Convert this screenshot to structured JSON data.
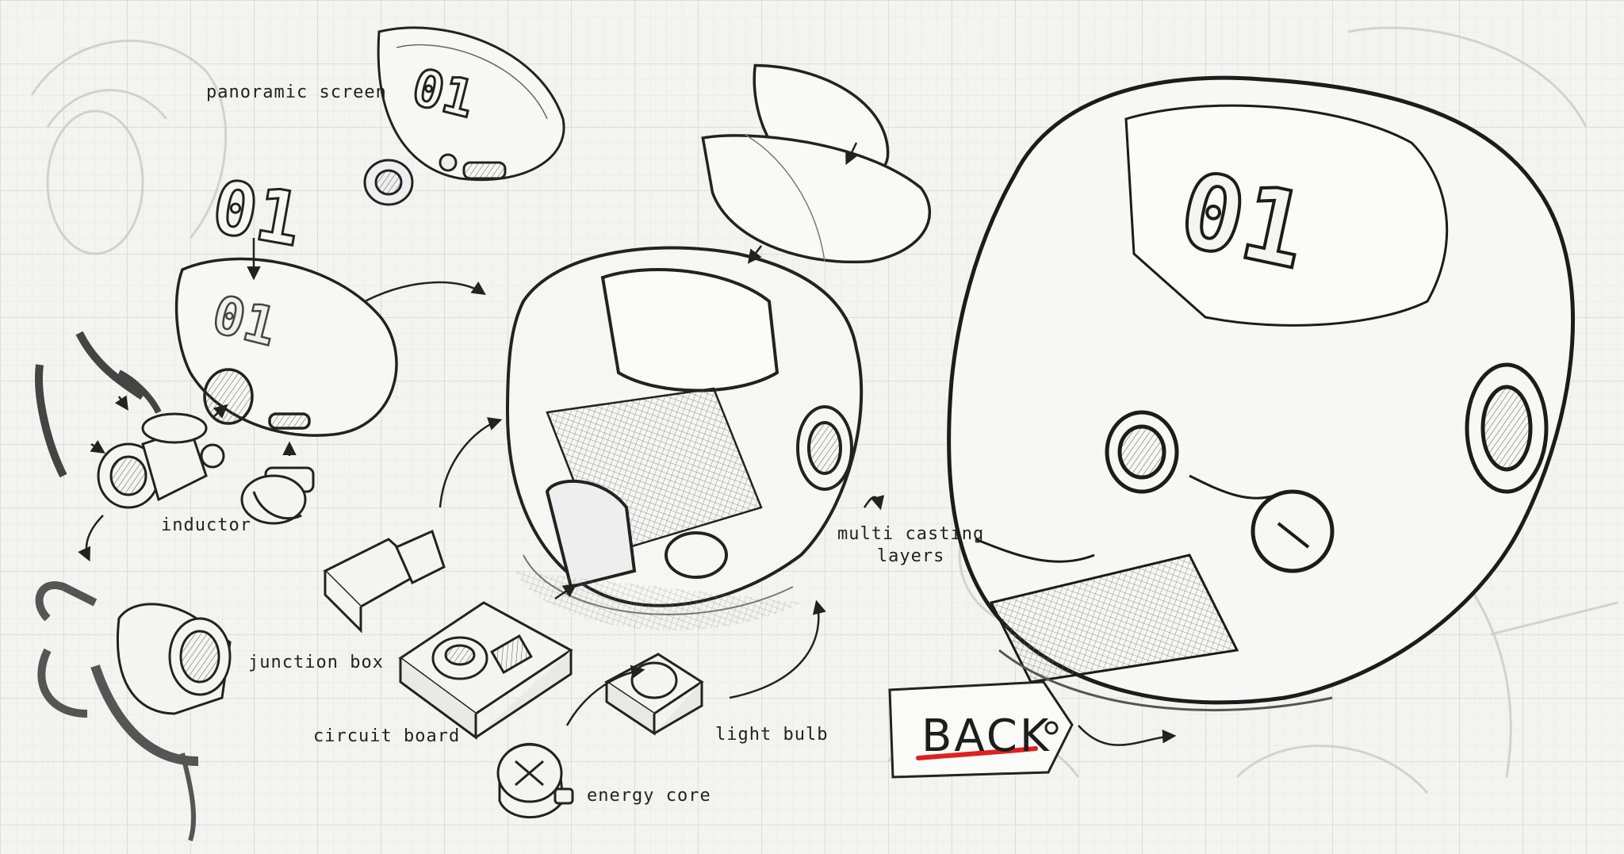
{
  "labels": {
    "panoramic_screen": "panoramic screen",
    "inductor": "inductor",
    "junction_box": "junction box",
    "circuit_board": "circuit board",
    "energy_core": "energy core",
    "light_bulb": "light bulb",
    "multi_casting_line1": "multi casting",
    "multi_casting_line2": "layers"
  },
  "screen_digits": "01",
  "back_button": {
    "label": "BACK",
    "underline_color": "#e02020"
  },
  "colors": {
    "ink": "#222222",
    "paper": "#f3f3f1",
    "accent": "#e02020"
  }
}
